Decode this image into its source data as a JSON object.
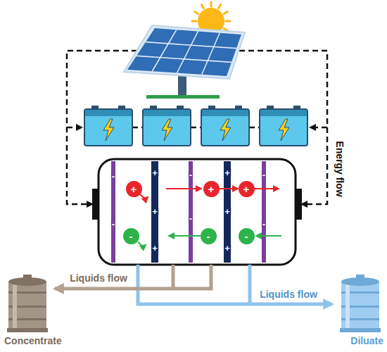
{
  "diagram": {
    "nodes": [
      {
        "text": [
          "+"
        ]
      },
      {
        "text": [
          "+"
        ]
      },
      {
        "text": [
          "+"
        ]
      },
      {
        "text": [
          "-"
        ]
      },
      {
        "text": [
          "-"
        ]
      },
      {
        "text": [
          "-"
        ]
      },
      {
        "text": [
          "Concentrate"
        ]
      },
      {
        "text": [
          "Diluate"
        ]
      }
    ],
    "labels": [
      "Energy flow",
      "-",
      "-",
      "+",
      "+",
      "+",
      "-",
      "-",
      "+",
      "+",
      "+",
      "-",
      "-",
      "Liquids flow",
      "Liquids flow"
    ]
  }
}
